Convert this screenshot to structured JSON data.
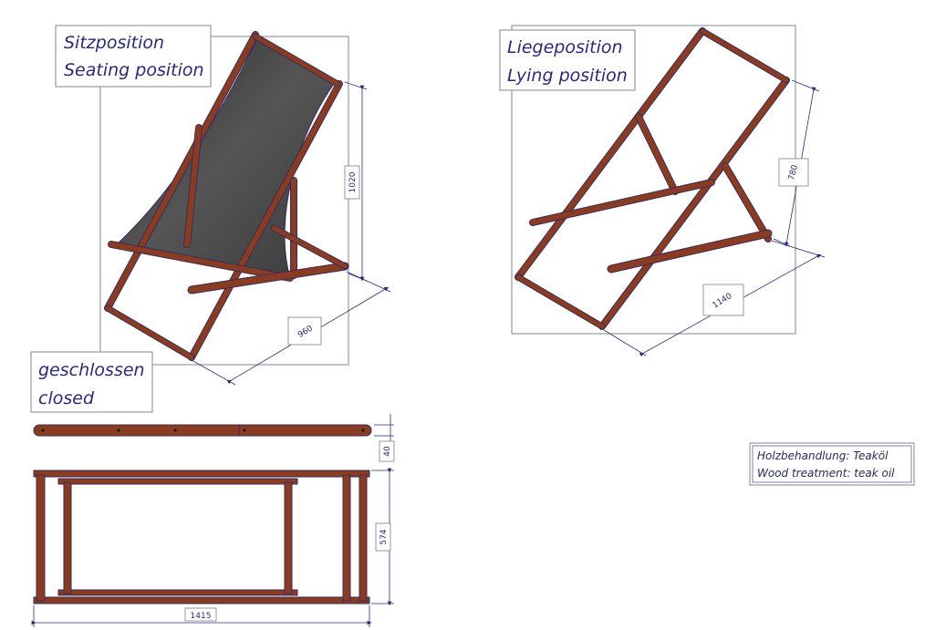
{
  "labels": {
    "seating_de": "Sitzposition",
    "seating_en": "Seating position",
    "lying_de": "Liegeposition",
    "lying_en": "Lying position",
    "closed_de": "geschlossen",
    "closed_en": "closed",
    "treatment_de": "Holzbehandlung: Teaköl",
    "treatment_en": "Wood treatment: teak oil"
  },
  "dimensions": {
    "seat_height": "1020",
    "seat_depth": "960",
    "lying_height": "780",
    "lying_depth": "1140",
    "closed_thickness": "40",
    "closed_width": "574",
    "closed_length": "1415"
  },
  "colors": {
    "wood": "#8a3c22",
    "wood_outline": "#3a2c5a",
    "fabric": "#404040",
    "annotation": "#2a2a78",
    "frame_box": "#9a9a9a"
  }
}
